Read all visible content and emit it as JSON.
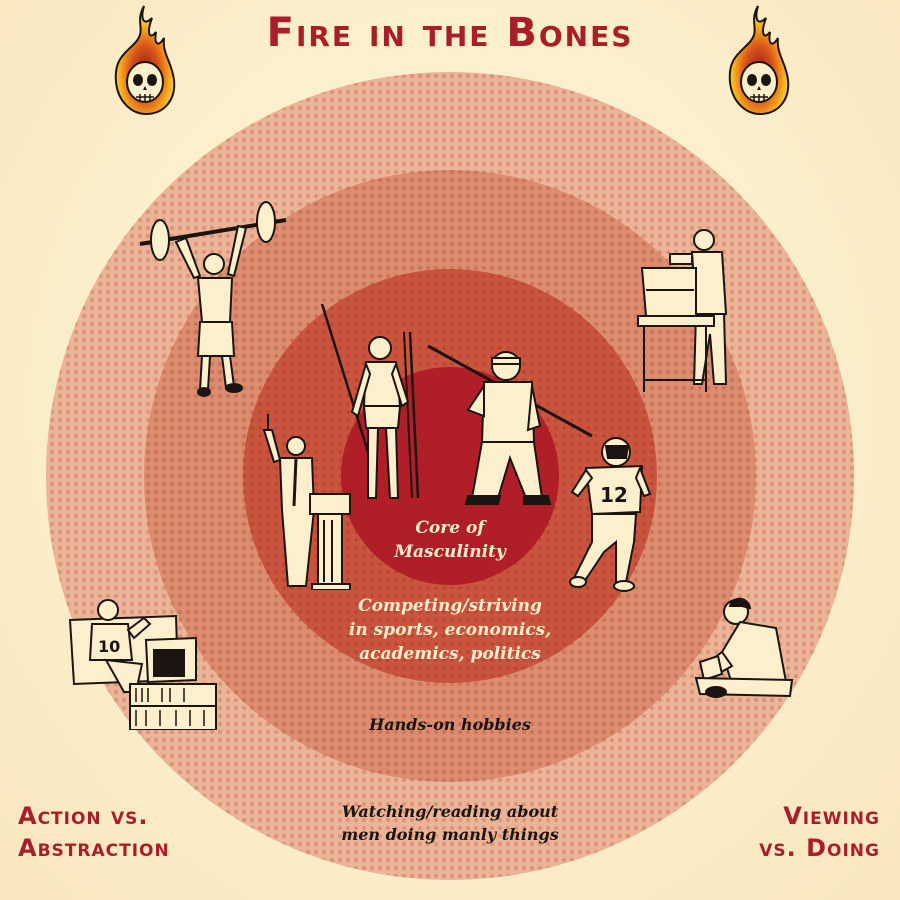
{
  "title": {
    "text": "Fire in the Bones",
    "color": "#a81e2a",
    "left_icon": "flaming-skull-icon",
    "right_icon": "flaming-skull-icon"
  },
  "rings": [
    {
      "id": "outer",
      "label_line1": "Watching/reading about",
      "label_line2": "men doing manly things",
      "color": "#ebb497",
      "dot": "#d99378"
    },
    {
      "id": "second",
      "label_line1": "Hands-on hobbies",
      "color": "#dc8d6f",
      "dot": "#c9735a"
    },
    {
      "id": "third",
      "label_line1": "Competing/striving",
      "label_line2": "in sports, economics,",
      "label_line3": "academics, politics",
      "color": "#c9553e",
      "dot": "#b94433"
    },
    {
      "id": "core",
      "label_line1": "Core of",
      "label_line2": "Masculinity",
      "color": "#b01f27"
    }
  ],
  "axes": {
    "left": {
      "line1": "Action vs.",
      "line2": "Abstraction"
    },
    "right": {
      "line1": "Viewing",
      "line2": "vs. Doing"
    }
  },
  "figures": [
    {
      "name": "weightlifter",
      "ring": "second"
    },
    {
      "name": "woodworker",
      "ring": "second"
    },
    {
      "name": "tribal-warrior-with-spear",
      "ring": "core"
    },
    {
      "name": "viking-warrior-with-spear",
      "ring": "core"
    },
    {
      "name": "politician-at-podium",
      "ring": "third"
    },
    {
      "name": "football-player",
      "ring": "third"
    },
    {
      "name": "man-watching-tv",
      "ring": "outer"
    },
    {
      "name": "man-reading-book",
      "ring": "outer"
    }
  ]
}
